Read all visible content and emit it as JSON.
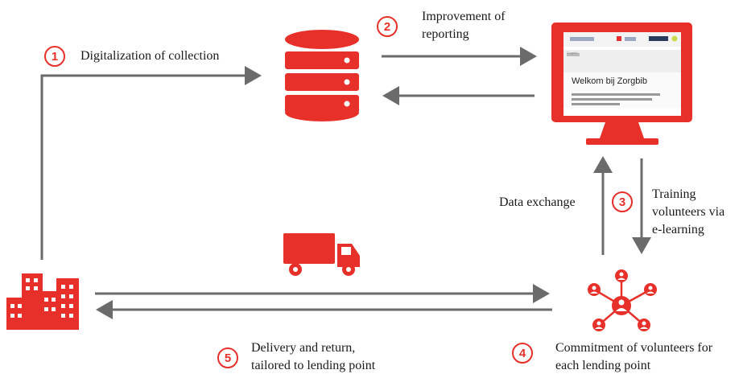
{
  "steps": [
    {
      "number": "1",
      "label": "Digitalization of collection"
    },
    {
      "number": "2",
      "label_line1": "Improvement of",
      "label_line2": "reporting"
    },
    {
      "number": "3",
      "label_line1": "Training",
      "label_line2": "volunteers via",
      "label_line3": "e-learning"
    },
    {
      "number": "4",
      "label_line1": "Commitment of volunteers for",
      "label_line2": "each lending point"
    },
    {
      "number": "5",
      "label_line1": "Delivery and return,",
      "label_line2": "tailored to lending point"
    }
  ],
  "data_exchange_label": "Data exchange",
  "monitor": {
    "heading": "Welkom bij Zorgbib",
    "tab": "Zorgbib"
  },
  "colors": {
    "accent": "#e8302a",
    "arrow": "#6b6b6b",
    "monitor_frame": "#e8302a"
  },
  "icons": [
    "database-icon",
    "monitor-icon",
    "truck-icon",
    "buildings-icon",
    "network-people-icon"
  ]
}
